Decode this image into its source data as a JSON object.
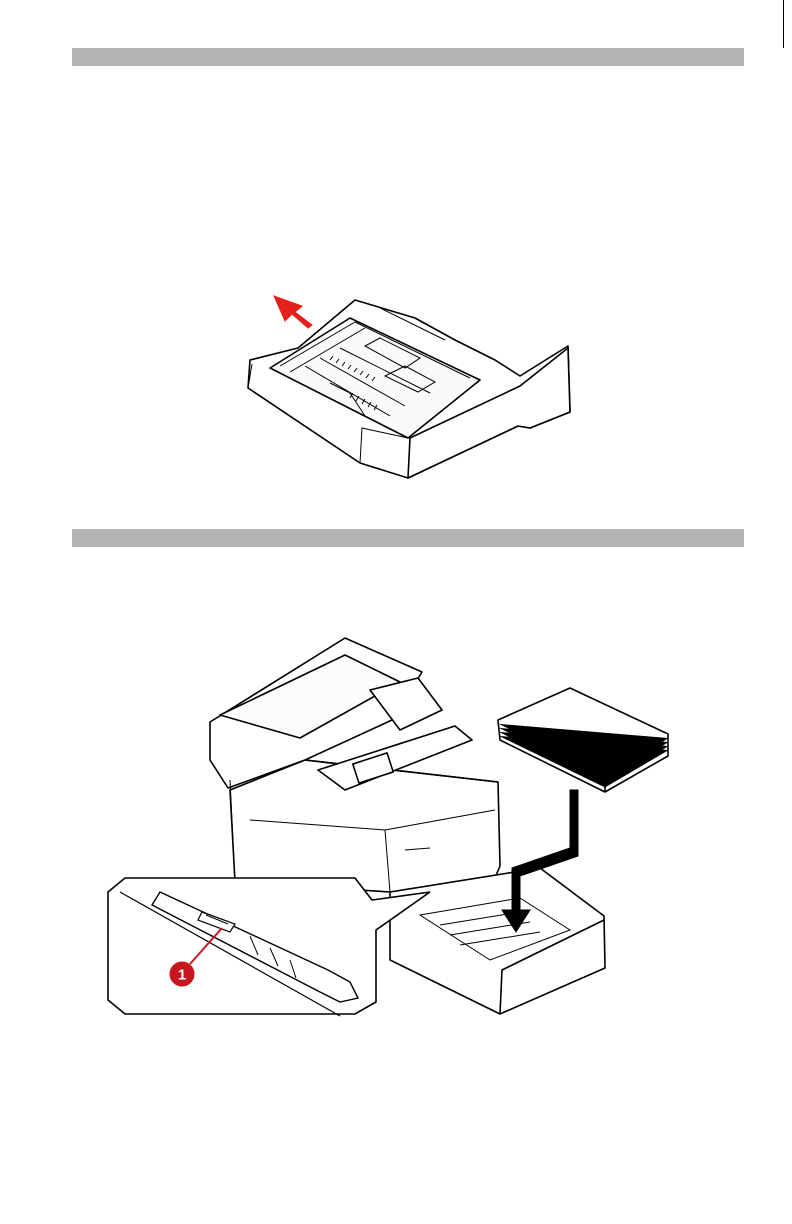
{
  "document": {
    "sections": [
      {
        "figure": {
          "subject": "paper-tray",
          "arrow_color": "#e4221b"
        }
      },
      {
        "figure": {
          "subject": "printer-with-paper-and-tray",
          "callouts": [
            {
              "number": "1"
            }
          ],
          "callout_color": "#c7161d"
        }
      }
    ]
  },
  "colors": {
    "section_bar": "#b3b3b3",
    "line": "#000000"
  }
}
